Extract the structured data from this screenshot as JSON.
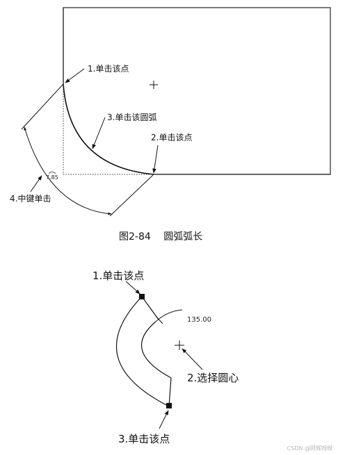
{
  "figure_top": {
    "labels": {
      "click_point_1": "1.单击该点",
      "click_arc_3": "3.单击该圆弧",
      "click_point_2": "2.单击该点",
      "middle_click_4": "4.中键单击"
    },
    "dimension_value": "7.85",
    "caption": "图2-84　 圆弧弧长"
  },
  "figure_bottom": {
    "labels": {
      "click_point_1": "1.单击该点",
      "select_center_2": "2.选择圆心",
      "click_point_3": "3.单击该点"
    },
    "dimension_value": "135.00"
  },
  "watermark": "CSDN @阿辉呀呀"
}
